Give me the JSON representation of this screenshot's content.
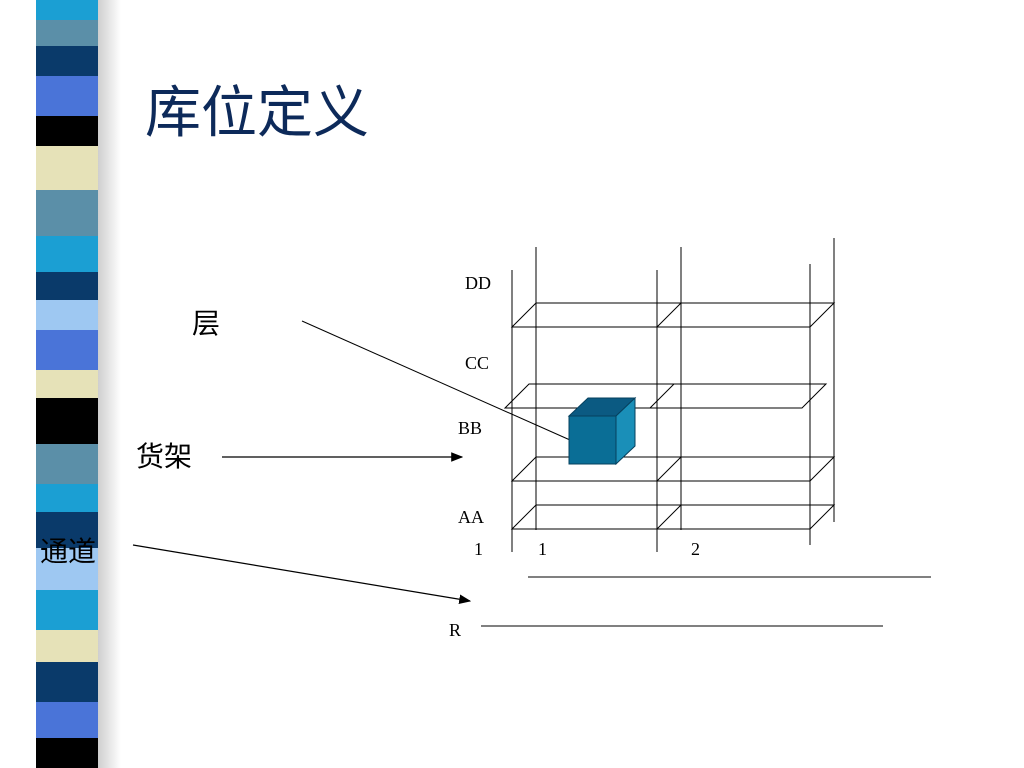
{
  "slide": {
    "title": "库位定义",
    "labels": {
      "layer": "层",
      "shelf": "货架",
      "aisle": "通道"
    }
  },
  "diagram": {
    "level_labels": [
      "DD",
      "CC",
      "BB",
      "AA"
    ],
    "column_labels": [
      "1",
      "1",
      "2"
    ],
    "aisle_label": "R"
  },
  "colors": {
    "title": "#0d2a5a",
    "box_front": "#0a6e96",
    "box_top": "#0b5a82",
    "box_side": "#1a8fb8",
    "stripe": [
      "#1b9fd3",
      "#5b8fa8",
      "#0a3a6a",
      "#4a74d8",
      "#000000",
      "#e6e2b8",
      "#9ec8f2"
    ]
  }
}
